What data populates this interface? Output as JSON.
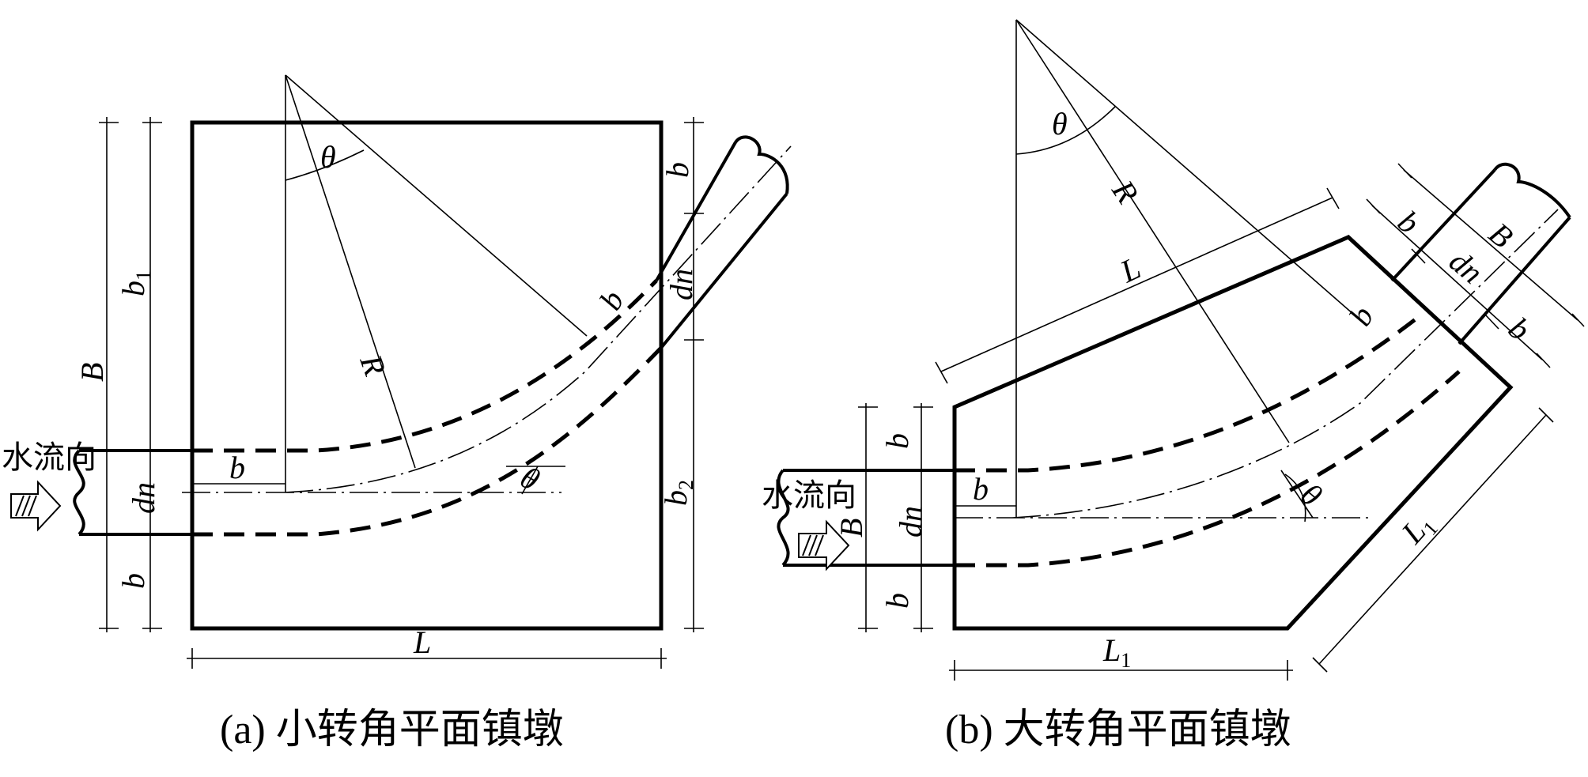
{
  "labels": {
    "a": {
      "B": "B",
      "b1_main": "b",
      "b1_sub": "1",
      "b2_main": "b",
      "b2_sub": "2",
      "b_bottom": "b",
      "b_inner": "b",
      "b_top_right": "b",
      "b_bend": "b",
      "dn_left": "dn",
      "dn_right": "dn",
      "R": "R",
      "theta_top": "θ",
      "theta_bend": "θ",
      "L": "L",
      "flow": "水流向"
    },
    "b": {
      "B_right": "B",
      "B_left": "B",
      "b_top": "b",
      "b_bottom": "b",
      "b_inner": "b",
      "b_pipe1": "b",
      "b_pipe2": "b",
      "b_bend": "b",
      "dn_left": "dn",
      "dn_right": "dn",
      "R": "R",
      "theta_top": "θ",
      "theta_bend": "θ",
      "L": "L",
      "L1_bottom_main": "L",
      "L1_bottom_sub": "1",
      "L1_right_main": "L",
      "L1_right_sub": "1",
      "flow": "水流向"
    }
  },
  "captions": {
    "a": "(a) 小转角平面镇墩",
    "b": "(b) 大转角平面镇墩"
  }
}
